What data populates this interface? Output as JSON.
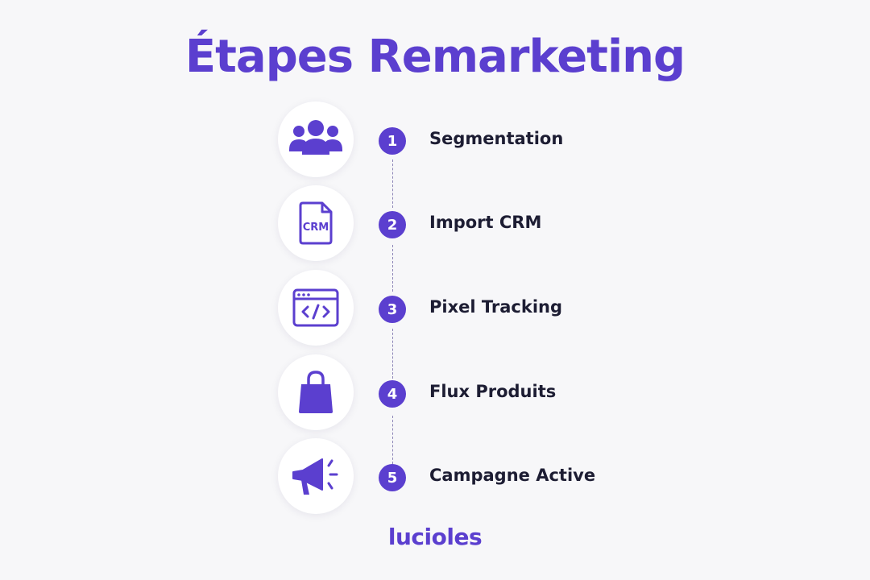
{
  "title": "Étapes Remarketing",
  "accent_color": "#5b3fcf",
  "steps": [
    {
      "number": "1",
      "label": "Segmentation",
      "icon": "users-group-icon"
    },
    {
      "number": "2",
      "label": "Import CRM",
      "icon": "crm-file-icon",
      "icon_text": "CRM"
    },
    {
      "number": "3",
      "label": "Pixel Tracking",
      "icon": "code-window-icon"
    },
    {
      "number": "4",
      "label": "Flux Produits",
      "icon": "shopping-bag-icon"
    },
    {
      "number": "5",
      "label": "Campagne Active",
      "icon": "megaphone-icon"
    }
  ],
  "logo": "lucioles"
}
